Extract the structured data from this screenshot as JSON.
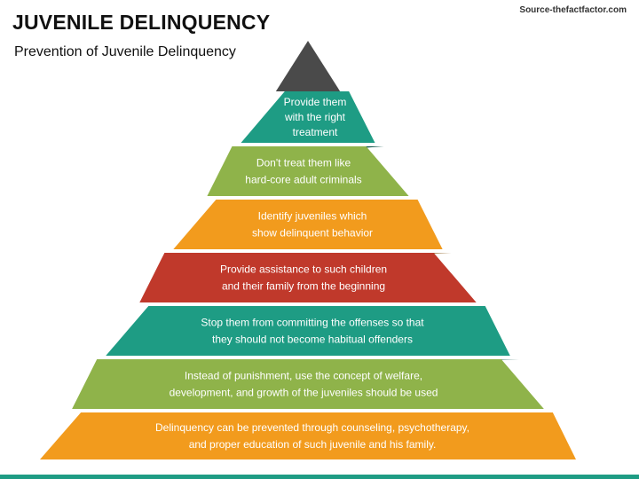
{
  "header": {
    "title": "JUVENILE DELINQUENCY",
    "subtitle": "Prevention of Juvenile Delinquency",
    "source": "Source-thefactfactor.com"
  },
  "colors": {
    "apex": "#4a4a4a",
    "teal": "#1e9c84",
    "green": "#8fb34a",
    "orange": "#f29b1d",
    "red": "#c0392b",
    "band": "#1e9c84"
  },
  "tiers": [
    {
      "lines": [
        "Provide them",
        "with the right",
        "treatment"
      ],
      "color": "#1e9c84"
    },
    {
      "lines": [
        "Don't treat them like",
        "hard-core adult criminals"
      ],
      "color": "#8fb34a"
    },
    {
      "lines": [
        "Identify juveniles which",
        "show delinquent behavior"
      ],
      "color": "#f29b1d"
    },
    {
      "lines": [
        "Provide assistance to such children",
        "and their family from the beginning"
      ],
      "color": "#c0392b"
    },
    {
      "lines": [
        "Stop them from committing the offenses so that",
        "they should not become habitual offenders"
      ],
      "color": "#1e9c84"
    },
    {
      "lines": [
        "Instead of punishment, use the concept of welfare,",
        "development, and growth of the juveniles should be used"
      ],
      "color": "#8fb34a"
    },
    {
      "lines": [
        "Delinquency can be prevented through counseling, psychotherapy,",
        "and proper education of such juvenile and his family."
      ],
      "color": "#f29b1d"
    }
  ]
}
